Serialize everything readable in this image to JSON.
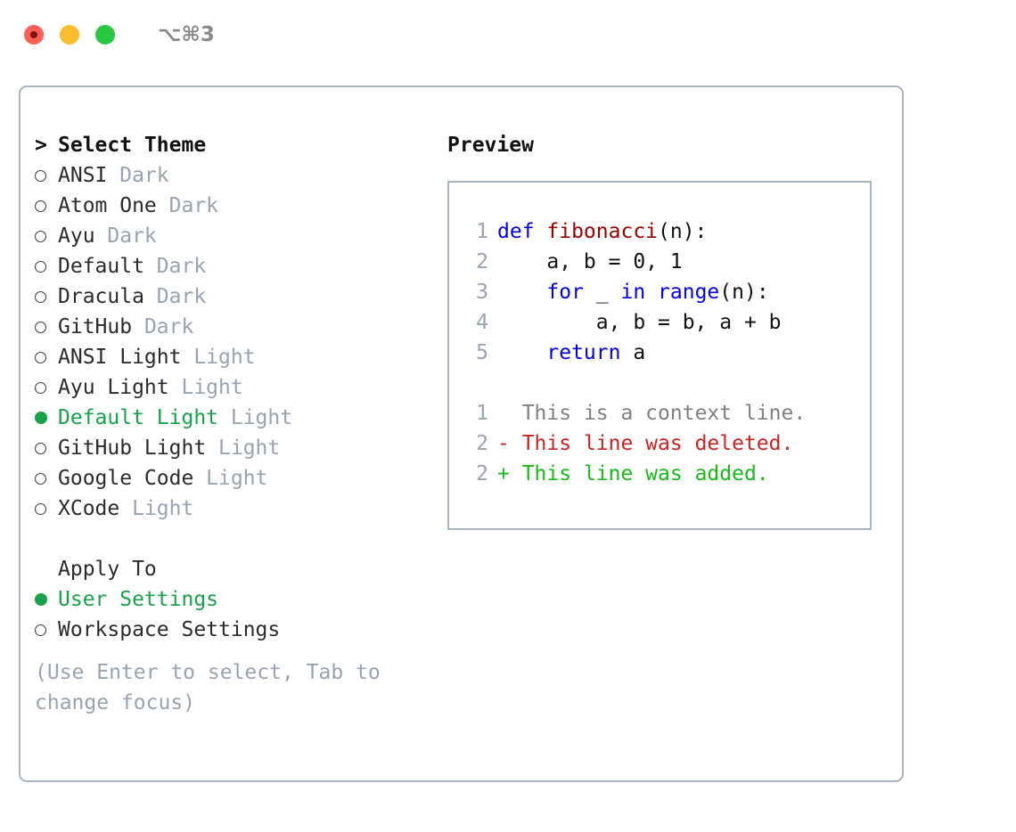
{
  "titlebar": {
    "shortcut": "⌥⌘3",
    "buttons": [
      {
        "name": "close",
        "color": "#ff5f57"
      },
      {
        "name": "minimize",
        "color": "#fbbd2e"
      },
      {
        "name": "maximize",
        "color": "#28c840"
      }
    ]
  },
  "colors": {
    "panel_border": "#aab4c0",
    "selected_green": "#16a34a",
    "muted": "#9aa3b0",
    "keyword_blue": "#0000ee",
    "function_red": "#a00000",
    "diff_deleted": "#cc2222",
    "diff_added": "#16bb16",
    "context_gray": "#808080"
  },
  "theme_picker": {
    "header_marker": ">",
    "header": "Select Theme",
    "items": [
      {
        "marker": "○",
        "selected": false,
        "name": "ANSI",
        "suffix": "Dark"
      },
      {
        "marker": "○",
        "selected": false,
        "name": "Atom One",
        "suffix": "Dark"
      },
      {
        "marker": "○",
        "selected": false,
        "name": "Ayu",
        "suffix": "Dark"
      },
      {
        "marker": "○",
        "selected": false,
        "name": "Default",
        "suffix": "Dark"
      },
      {
        "marker": "○",
        "selected": false,
        "name": "Dracula",
        "suffix": "Dark"
      },
      {
        "marker": "○",
        "selected": false,
        "name": "GitHub",
        "suffix": "Dark"
      },
      {
        "marker": "○",
        "selected": false,
        "name": "ANSI Light",
        "suffix": "Light"
      },
      {
        "marker": "○",
        "selected": false,
        "name": "Ayu Light",
        "suffix": "Light"
      },
      {
        "marker": "●",
        "selected": true,
        "name": "Default Light",
        "suffix": "Light"
      },
      {
        "marker": "○",
        "selected": false,
        "name": "GitHub Light",
        "suffix": "Light"
      },
      {
        "marker": "○",
        "selected": false,
        "name": "Google Code",
        "suffix": "Light"
      },
      {
        "marker": "○",
        "selected": false,
        "name": "XCode",
        "suffix": "Light"
      }
    ]
  },
  "apply_to": {
    "title": "Apply To",
    "options": [
      {
        "marker": "●",
        "selected": true,
        "label": "User Settings"
      },
      {
        "marker": "○",
        "selected": false,
        "label": "Workspace Settings"
      }
    ]
  },
  "hint": "(Use Enter to select, Tab to change focus)",
  "preview": {
    "title": "Preview",
    "code_lines": [
      {
        "num": "1",
        "tokens": [
          {
            "text": "def ",
            "kind": "kw"
          },
          {
            "text": "fibonacci",
            "kind": "fn"
          },
          {
            "text": "(n):",
            "kind": "pl"
          }
        ]
      },
      {
        "num": "2",
        "tokens": [
          {
            "text": "    a, b = 0, 1",
            "kind": "pl"
          }
        ]
      },
      {
        "num": "3",
        "tokens": [
          {
            "text": "    ",
            "kind": "pl"
          },
          {
            "text": "for",
            "kind": "kw"
          },
          {
            "text": " _ ",
            "kind": "pl"
          },
          {
            "text": "in",
            "kind": "kw"
          },
          {
            "text": " ",
            "kind": "pl"
          },
          {
            "text": "range",
            "kind": "kw"
          },
          {
            "text": "(n):",
            "kind": "pl"
          }
        ]
      },
      {
        "num": "4",
        "tokens": [
          {
            "text": "        a, b = b, a + b",
            "kind": "pl"
          }
        ]
      },
      {
        "num": "5",
        "tokens": [
          {
            "text": "    ",
            "kind": "pl"
          },
          {
            "text": "return",
            "kind": "kw"
          },
          {
            "text": " a",
            "kind": "pl"
          }
        ]
      }
    ],
    "diff_lines": [
      {
        "num": "1",
        "sign": " ",
        "text": " This is a context line.",
        "kind": "ctx"
      },
      {
        "num": "2",
        "sign": "-",
        "text": " This line was deleted.",
        "kind": "del"
      },
      {
        "num": "2",
        "sign": "+",
        "text": " This line was added.",
        "kind": "add"
      }
    ]
  }
}
